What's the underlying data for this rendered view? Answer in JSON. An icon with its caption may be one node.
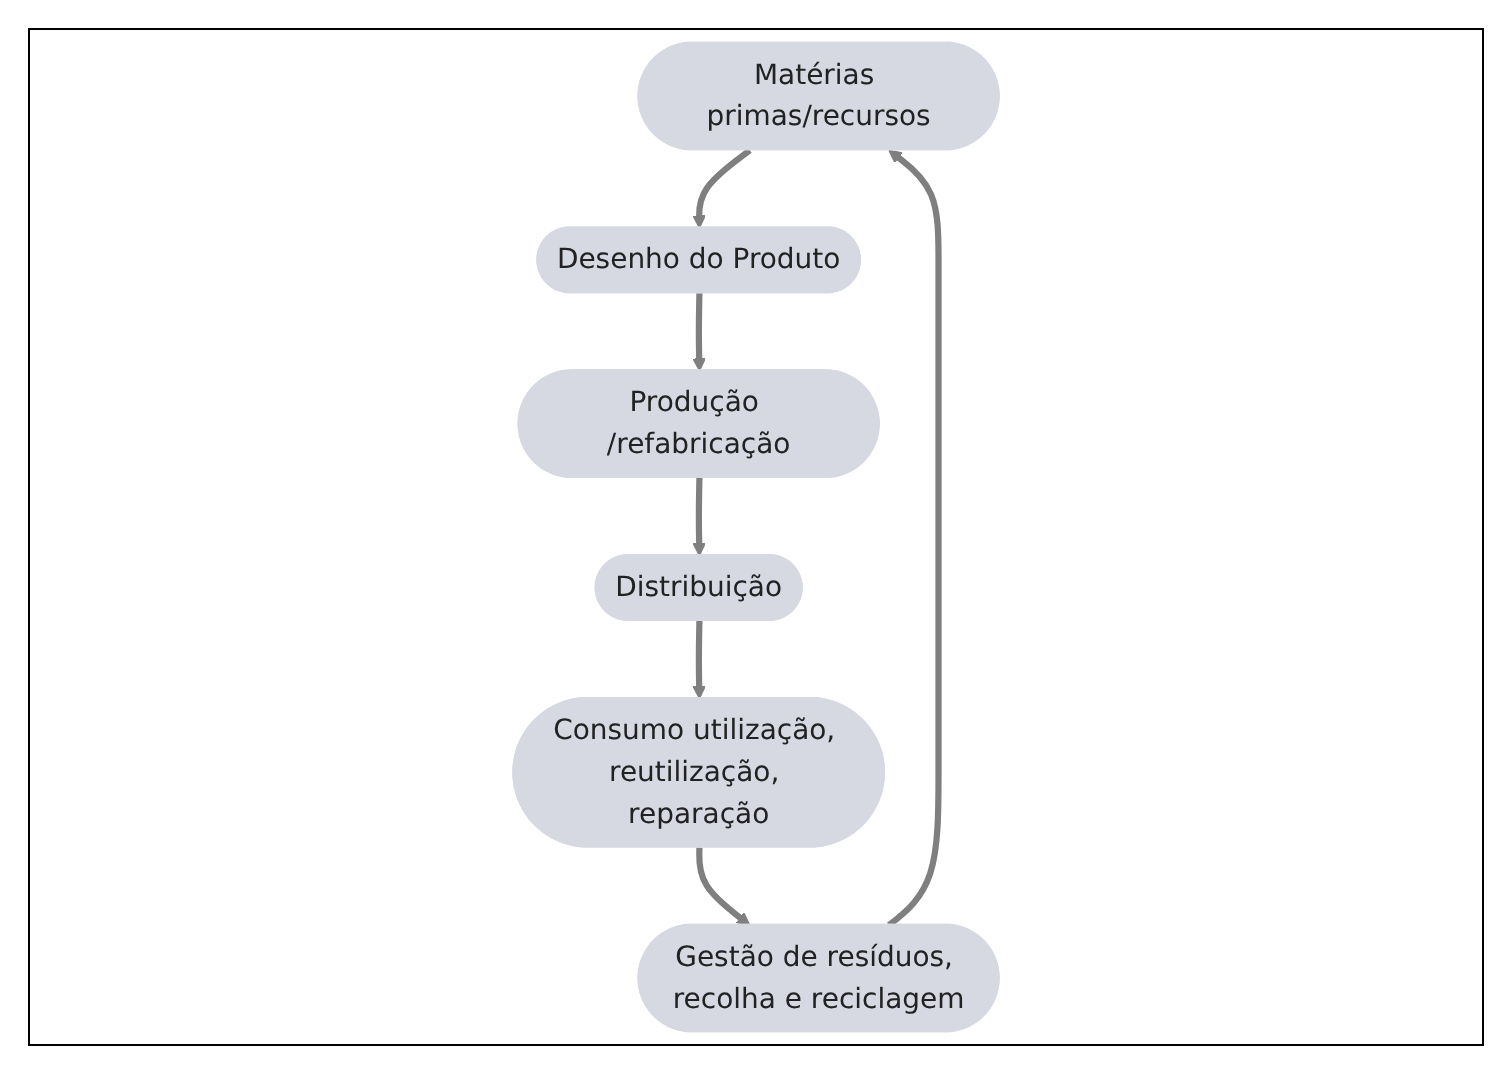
{
  "diagram": {
    "nodes": [
      {
        "text": [
          "Matérias primas/recursos"
        ]
      },
      {
        "text": [
          "Desenho do Produto"
        ]
      },
      {
        "text": [
          "Produção /refabricação"
        ]
      },
      {
        "text": [
          "Distribuição"
        ]
      },
      {
        "text": [
          "Consumo utilização, reutilização, reparação"
        ]
      },
      {
        "text": [
          "Gestão de resíduos, recolha e reciclagem"
        ]
      }
    ],
    "edges": [
      {
        "from": 0,
        "to": 1,
        "arrow": "to"
      },
      {
        "from": 1,
        "to": 2,
        "arrow": "to"
      },
      {
        "from": 2,
        "to": 3,
        "arrow": "to"
      },
      {
        "from": 3,
        "to": 4,
        "arrow": "to"
      },
      {
        "from": 4,
        "to": 5,
        "arrow": "to"
      },
      {
        "from": 5,
        "to": 0,
        "arrow": "to"
      }
    ]
  }
}
